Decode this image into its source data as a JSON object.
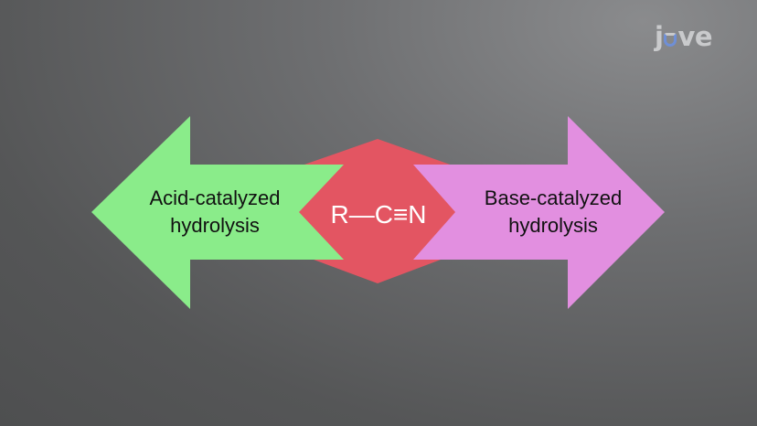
{
  "logo": {
    "text": "jove"
  },
  "diagram": {
    "left_arrow_label_line1": "Acid-catalyzed",
    "left_arrow_label_line2": "hydrolysis",
    "right_arrow_label_line1": "Base-catalyzed",
    "right_arrow_label_line2": "hydrolysis",
    "center_formula": "R—C≡N"
  },
  "colors": {
    "left_arrow": "#8aec8a",
    "right_arrow": "#e28fe0",
    "center_shape": "#e35562",
    "logo_accent": "#6f8fd6"
  }
}
